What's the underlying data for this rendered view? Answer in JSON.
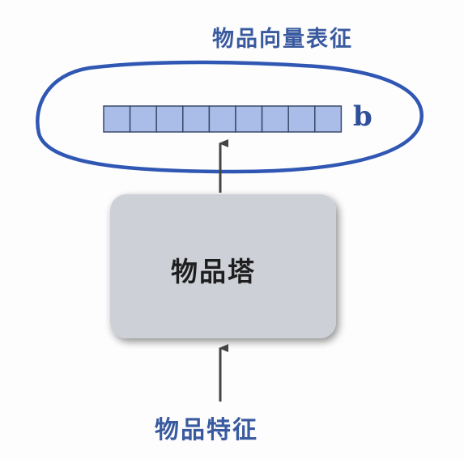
{
  "labels": {
    "item_vector_representation": "物品向量表征",
    "vector_name": "b",
    "item_tower": "物品塔",
    "item_features": "物品特征"
  },
  "vector": {
    "cell_count": 9,
    "cell_color": "#a9bde8",
    "border_color": "#3a4a6a"
  },
  "colors": {
    "ellipse_stroke": "#2f57b3",
    "tower_fill": "#cdd0d6",
    "arrow": "#444444",
    "label_blue": "#3a5aa0"
  }
}
